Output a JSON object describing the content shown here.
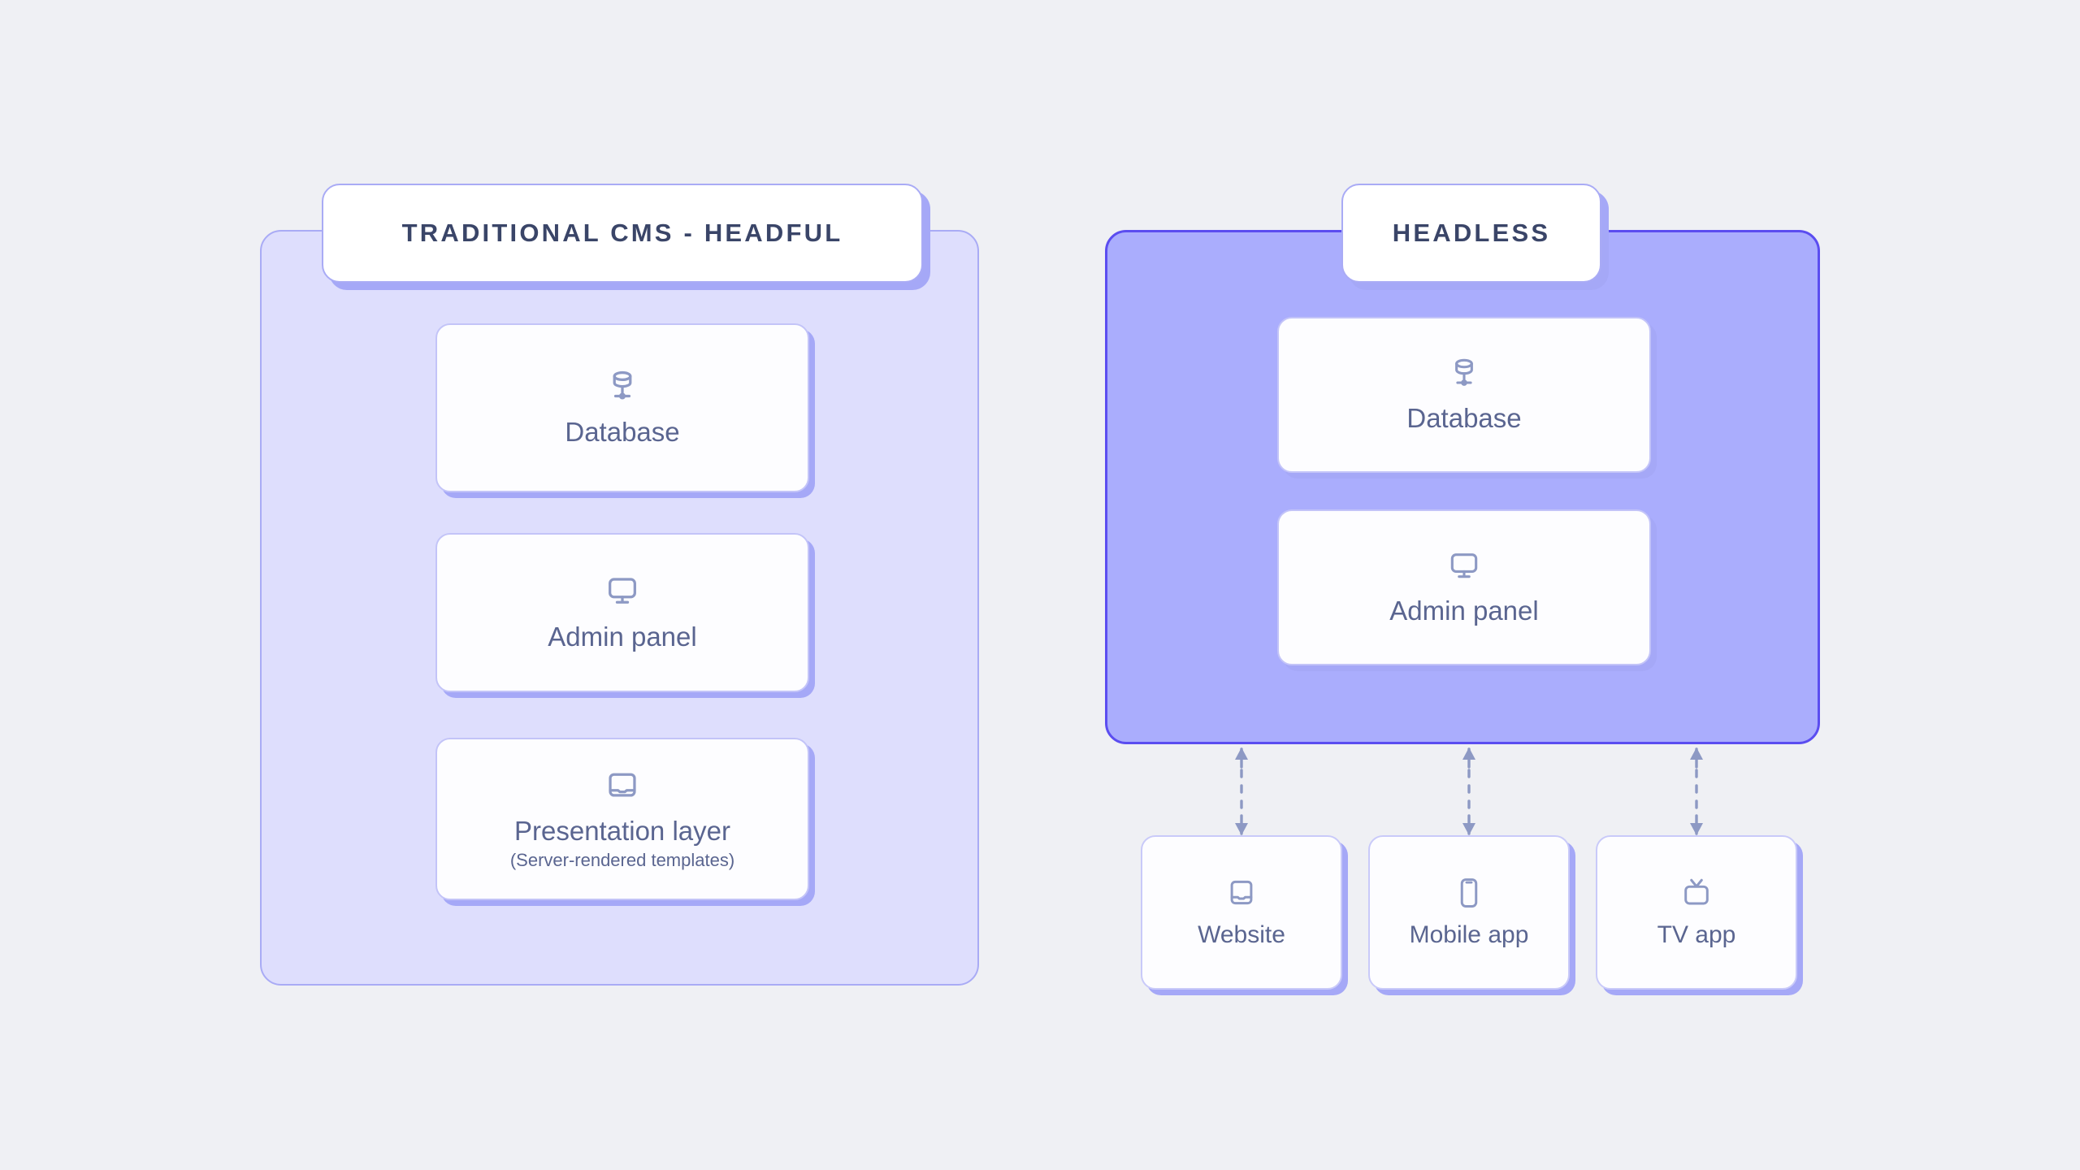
{
  "theme": {
    "page_background": "#eff0f4",
    "grid_line_color": "#c9cbf7",
    "panel_left_fill": "#dedefd",
    "panel_left_border": "#a9abf5",
    "panel_right_fill": "#aaadfd",
    "panel_right_border": "#5b4df0",
    "card_fill": "#fdfdff",
    "card_border": "#c3c4f8",
    "shadow_color": "#a5a8f7",
    "heading_text": "#3a4568",
    "body_text": "#5a6590",
    "icon_stroke": "#8d99c4",
    "arrow_color": "#8d99c4"
  },
  "diagram": {
    "left": {
      "header_label": "TRADITIONAL CMS - HEADFUL",
      "cards": [
        {
          "icon": "database-icon",
          "title": "Database",
          "subtitle": ""
        },
        {
          "icon": "monitor-icon",
          "title": "Admin panel",
          "subtitle": ""
        },
        {
          "icon": "laptop-icon",
          "title": "Presentation layer",
          "subtitle": "(Server-rendered templates)"
        }
      ]
    },
    "right": {
      "header_label": "HEADLESS",
      "cards": [
        {
          "icon": "database-icon",
          "title": "Database",
          "subtitle": ""
        },
        {
          "icon": "monitor-icon",
          "title": "Admin panel",
          "subtitle": ""
        }
      ],
      "channels": [
        {
          "icon": "laptop-icon",
          "title": "Website",
          "connector": "double-headed-dashed-arrow"
        },
        {
          "icon": "phone-icon",
          "title": "Mobile app",
          "connector": "double-headed-dashed-arrow"
        },
        {
          "icon": "tv-icon",
          "title": "TV app",
          "connector": "double-headed-dashed-arrow"
        }
      ]
    }
  }
}
